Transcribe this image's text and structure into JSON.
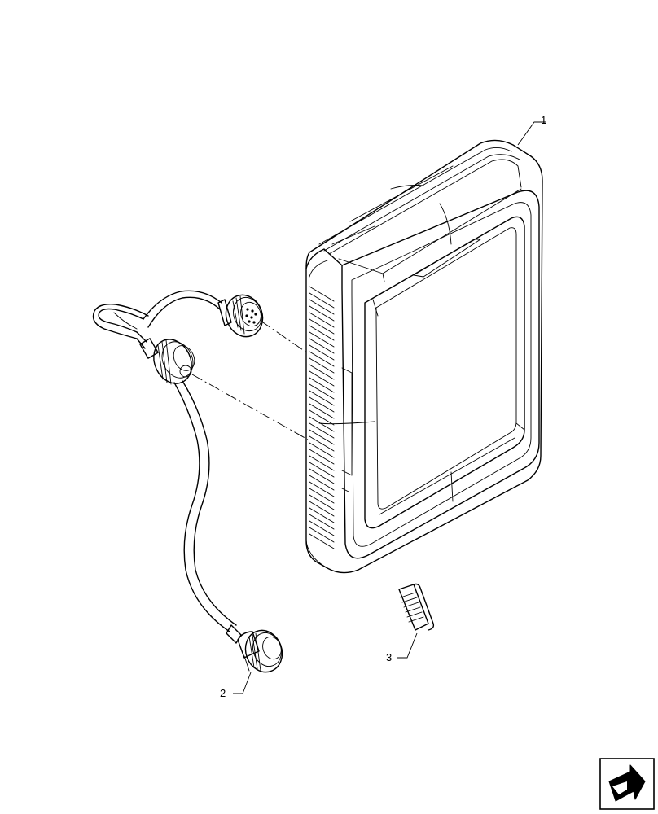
{
  "callouts": [
    {
      "number": "1"
    },
    {
      "number": "2"
    },
    {
      "number": "3"
    }
  ],
  "icons": {
    "navigation": "arrow-right-icon"
  },
  "colors": {
    "line": "#000000",
    "background": "#ffffff"
  }
}
